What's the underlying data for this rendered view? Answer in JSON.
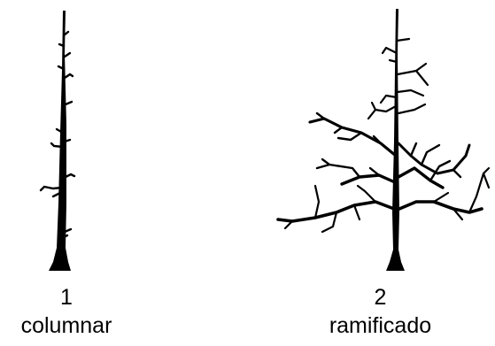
{
  "figures": [
    {
      "number": "1",
      "label": "columnar"
    },
    {
      "number": "2",
      "label": "ramificado"
    }
  ],
  "colors": {
    "ink": "#000000",
    "background": "#ffffff"
  },
  "icons": {
    "tree_1": "columnar-tree-icon",
    "tree_2": "branched-tree-icon"
  }
}
